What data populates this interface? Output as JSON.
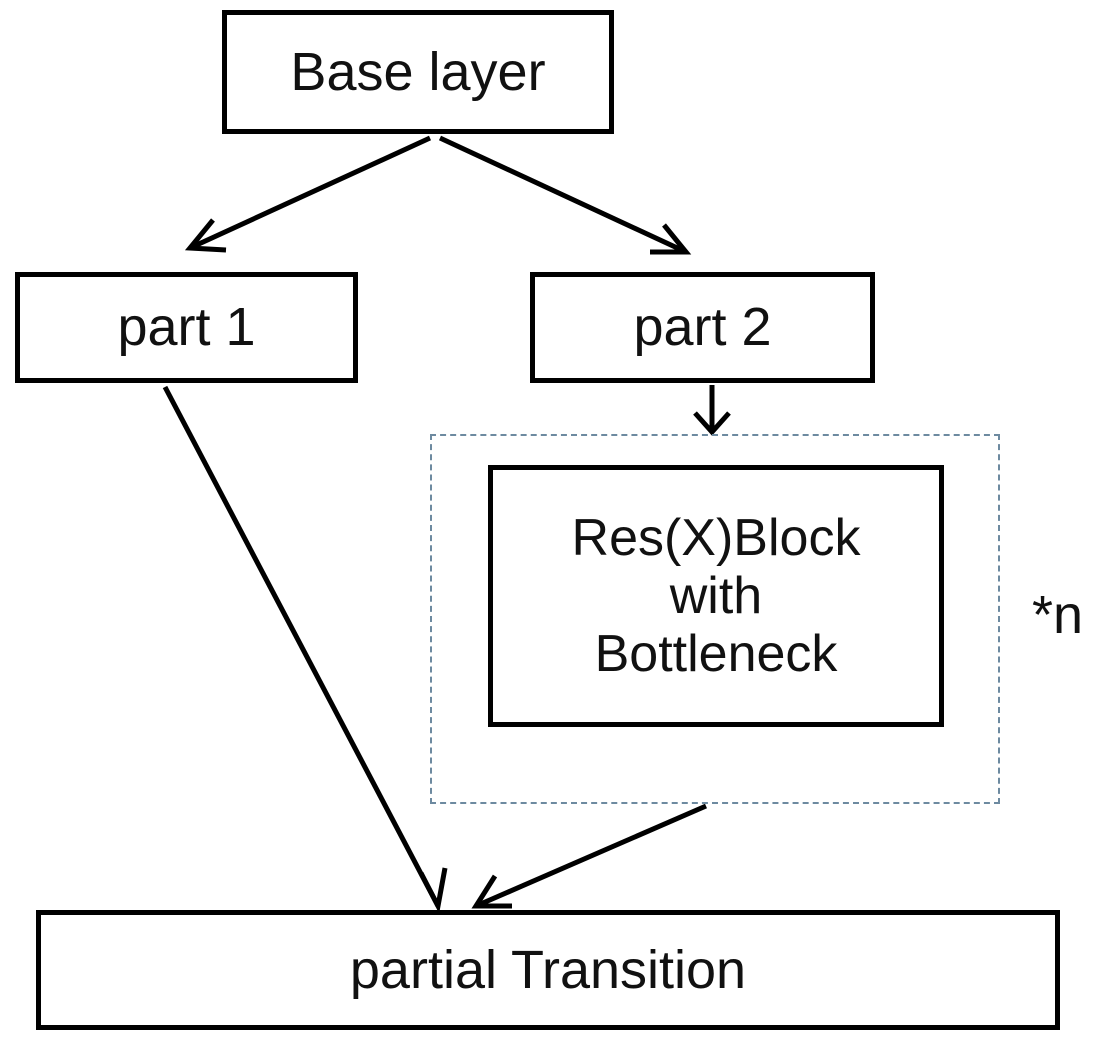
{
  "nodes": {
    "base_layer": "Base layer",
    "part_1": "part 1",
    "part_2": "part 2",
    "resblock": {
      "lines": [
        "Res(X)Block",
        "with",
        "Bottleneck"
      ]
    },
    "partial_transition": "partial Transition"
  },
  "repeat_label": "*n",
  "edges": [
    {
      "from": "base_layer",
      "to": "part_1"
    },
    {
      "from": "base_layer",
      "to": "part_2"
    },
    {
      "from": "part_2",
      "to": "resblock_group"
    },
    {
      "from": "part_1",
      "to": "partial_transition"
    },
    {
      "from": "resblock_group",
      "to": "partial_transition"
    }
  ],
  "colors": {
    "box_border": "#000000",
    "text": "#111111",
    "dashed_border": "#6d8aa0",
    "background": "#ffffff"
  }
}
